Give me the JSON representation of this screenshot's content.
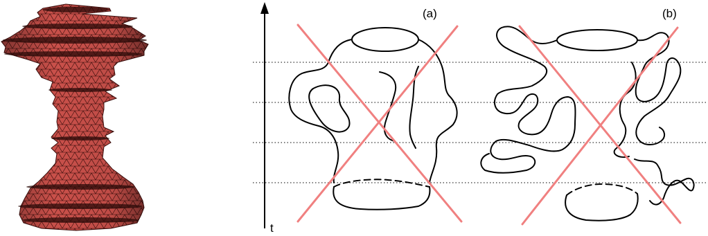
{
  "colors": {
    "mesh_fill": "#c9504a",
    "mesh_edge": "#3a0d0b",
    "curve": "#000000",
    "cross": "#f08080",
    "guide": "#000000"
  },
  "axis": {
    "label": "t"
  },
  "panels": [
    {
      "label": "(a)"
    },
    {
      "label": "(b)"
    }
  ]
}
